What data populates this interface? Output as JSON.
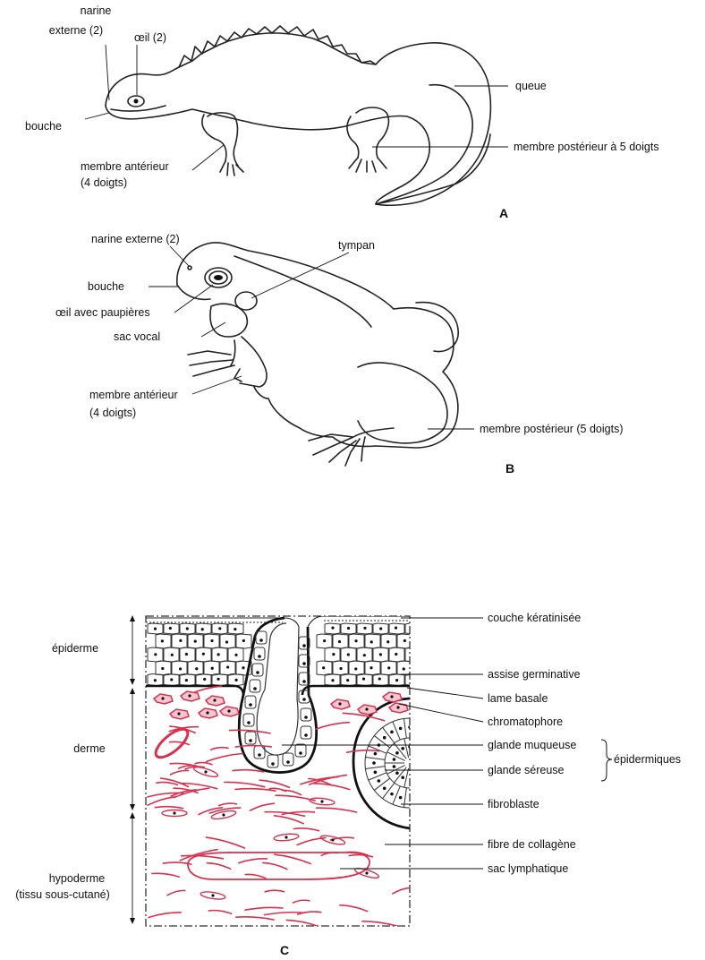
{
  "panels": {
    "a": {
      "letter": "A",
      "labels": {
        "narine_line1": "narine",
        "narine_line2": "externe (2)",
        "oeil": "œil (2)",
        "bouche": "bouche",
        "queue": "queue",
        "ant_line1": "membre antérieur",
        "ant_line2": "(4 doigts)",
        "post": "membre postérieur à 5 doigts"
      }
    },
    "b": {
      "letter": "B",
      "labels": {
        "narine": "narine externe (2)",
        "tympan": "tympan",
        "bouche": "bouche",
        "oeil": "œil avec paupières",
        "sac_vocal": "sac vocal",
        "ant_line1": "membre antérieur",
        "ant_line2": "(4 doigts)",
        "post": "membre postérieur (5 doigts)"
      }
    },
    "c": {
      "letter": "C",
      "left_labels": {
        "epiderme": "épiderme",
        "derme": "derme",
        "hypo_line1": "hypoderme",
        "hypo_line2": "(tissu sous-cutané)"
      },
      "right_labels": {
        "keratin": "couche kératinisée",
        "germ": "assise germinative",
        "lame": "lame basale",
        "chromato": "chromatophore",
        "muqueuse": "glande muqueuse",
        "sereuse": "glande séreuse",
        "fibro": "fibroblaste",
        "collagene": "fibre de collagène",
        "lymph": "sac lymphatique"
      },
      "bracket_label": "épidermiques"
    }
  },
  "colors": {
    "outline": "#222222",
    "dermal_red": "#d8314f",
    "chromatophore_fill": "#f7c6d0"
  }
}
